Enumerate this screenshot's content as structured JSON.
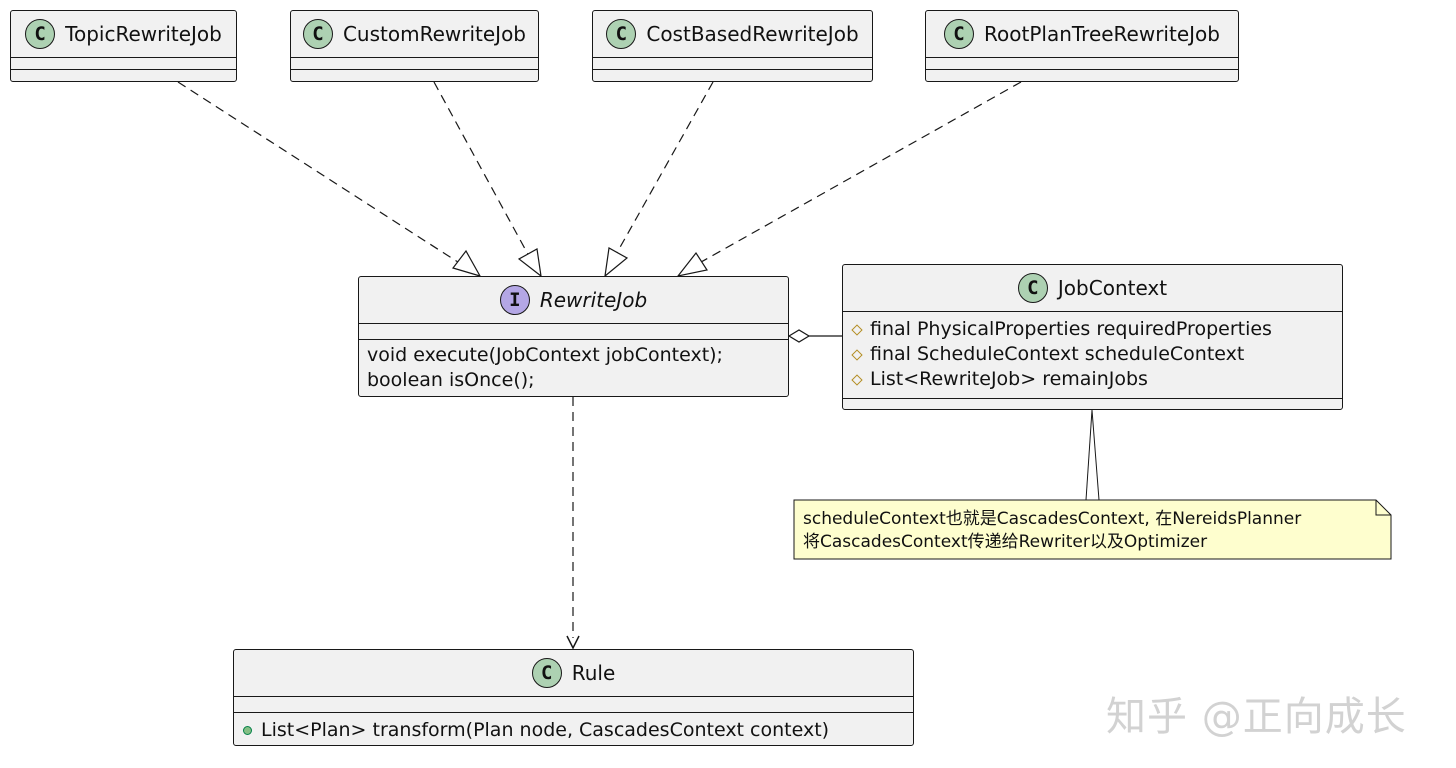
{
  "classes": {
    "topic": {
      "name": "TopicRewriteJob",
      "stereotype": "C"
    },
    "custom": {
      "name": "CustomRewriteJob",
      "stereotype": "C"
    },
    "costbased": {
      "name": "CostBasedRewriteJob",
      "stereotype": "C"
    },
    "rootplan": {
      "name": "RootPlanTreeRewriteJob",
      "stereotype": "C"
    },
    "rewritejob": {
      "name": "RewriteJob",
      "stereotype": "I",
      "methods": [
        "void execute(JobContext jobContext);",
        "boolean isOnce();"
      ]
    },
    "jobcontext": {
      "name": "JobContext",
      "stereotype": "C",
      "fields": [
        "final PhysicalProperties requiredProperties",
        "final ScheduleContext scheduleContext",
        "List<RewriteJob> remainJobs"
      ]
    },
    "rule": {
      "name": "Rule",
      "stereotype": "C",
      "methods": [
        "List<Plan> transform(Plan node, CascadesContext context)"
      ]
    }
  },
  "note": {
    "lines": [
      "scheduleContext也就是CascadesContext, 在NereidsPlanner",
      "将CascadesContext传递给Rewriter以及Optimizer"
    ]
  },
  "relations": [
    {
      "from": "TopicRewriteJob",
      "to": "RewriteJob",
      "type": "realization"
    },
    {
      "from": "CustomRewriteJob",
      "to": "RewriteJob",
      "type": "realization"
    },
    {
      "from": "CostBasedRewriteJob",
      "to": "RewriteJob",
      "type": "realization"
    },
    {
      "from": "RootPlanTreeRewriteJob",
      "to": "RewriteJob",
      "type": "realization"
    },
    {
      "from": "RewriteJob",
      "to": "JobContext",
      "type": "aggregation"
    },
    {
      "from": "RewriteJob",
      "to": "Rule",
      "type": "dependency"
    }
  ],
  "colors": {
    "class_fill": "#f1f1f1",
    "class_badge": "#add1b2",
    "interface_badge": "#b4a7e5",
    "note_fill": "#fefece",
    "line": "#181818"
  },
  "watermark": "知乎 @正向成长"
}
